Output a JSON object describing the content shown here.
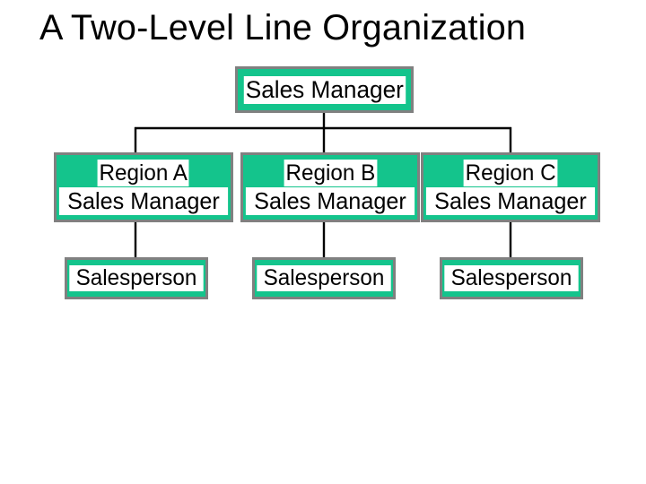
{
  "title": "A Two-Level Line Organization",
  "colors": {
    "box_fill": "#14c48c",
    "box_border": "#808080",
    "text_background": "#ffffff",
    "text": "#000000",
    "connector": "#000000",
    "page_background": "#ffffff"
  },
  "chart_data": {
    "type": "diagram",
    "diagram_kind": "organization-chart",
    "levels": 3,
    "nodes": [
      {
        "id": "top",
        "level": 1,
        "lines": [
          "Sales Manager"
        ]
      },
      {
        "id": "region-a",
        "level": 2,
        "lines": [
          "Region A",
          "Sales Manager"
        ]
      },
      {
        "id": "region-b",
        "level": 2,
        "lines": [
          "Region B",
          "Sales Manager"
        ]
      },
      {
        "id": "region-c",
        "level": 2,
        "lines": [
          "Region C",
          "Sales Manager"
        ]
      },
      {
        "id": "salesperson-a",
        "level": 3,
        "lines": [
          "Salesperson"
        ]
      },
      {
        "id": "salesperson-b",
        "level": 3,
        "lines": [
          "Salesperson"
        ]
      },
      {
        "id": "salesperson-c",
        "level": 3,
        "lines": [
          "Salesperson"
        ]
      }
    ],
    "edges": [
      {
        "from": "top",
        "to": "region-a"
      },
      {
        "from": "top",
        "to": "region-b"
      },
      {
        "from": "top",
        "to": "region-c"
      },
      {
        "from": "region-a",
        "to": "salesperson-a"
      },
      {
        "from": "region-b",
        "to": "salesperson-b"
      },
      {
        "from": "region-c",
        "to": "salesperson-c"
      }
    ]
  },
  "boxes": {
    "top": {
      "line1": "Sales Manager"
    },
    "region_a": {
      "line1": "Region A",
      "line2": "Sales Manager"
    },
    "region_b": {
      "line1": "Region B",
      "line2": "Sales Manager"
    },
    "region_c": {
      "line1": "Region C",
      "line2": "Sales Manager"
    },
    "salesperson_a": {
      "line1": "Salesperson"
    },
    "salesperson_b": {
      "line1": "Salesperson"
    },
    "salesperson_c": {
      "line1": "Salesperson"
    }
  }
}
